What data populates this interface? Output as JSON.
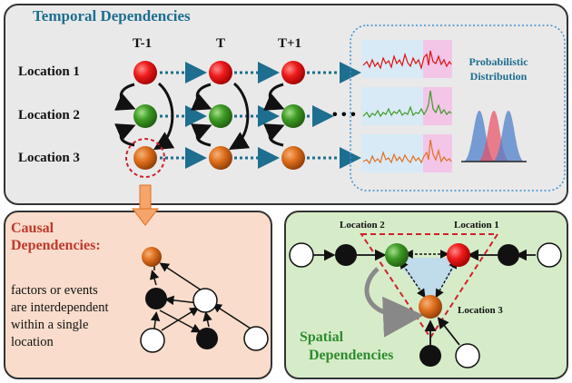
{
  "temporal": {
    "title": "Temporal Dependencies",
    "time_labels": [
      "T-1",
      "T",
      "T+1"
    ],
    "locations": [
      "Location 1",
      "Location 2",
      "Location 3"
    ],
    "ellipsis": "• • •",
    "prob_label_line1": "Probabilistic",
    "prob_label_line2": "Distribution"
  },
  "causal": {
    "title_line1": "Causal",
    "title_line2": "Dependencies:",
    "text_lines": [
      "factors or events",
      "are interdependent",
      "within a single",
      "location"
    ]
  },
  "spatial": {
    "title_line1": "Spatial",
    "title_line2": "Dependencies",
    "loc1": "Location 1",
    "loc2": "Location 2",
    "loc3": "Location 3"
  },
  "colors": {
    "red": "#e8101a",
    "green": "#3f9b26",
    "orange": "#e0701e",
    "dark_blue": "#1d6e8f",
    "causal_bg": "#f9dccb",
    "spatial_bg": "#d6ecc9",
    "temporal_bg": "#e9e9e9"
  }
}
